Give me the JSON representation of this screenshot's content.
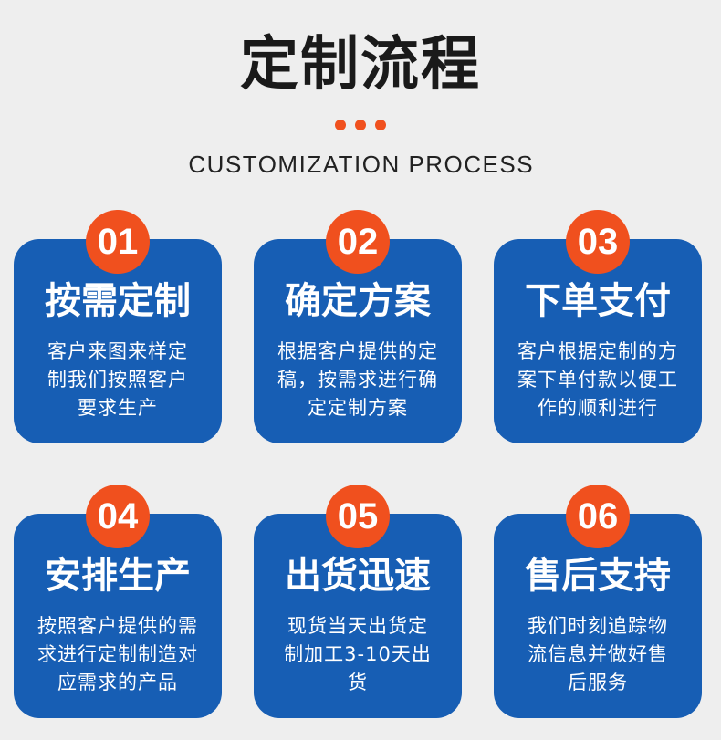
{
  "header": {
    "title": "定制流程",
    "subtitle": "CUSTOMIZATION PROCESS"
  },
  "colors": {
    "background": "#eeeeee",
    "card": "#175eb4",
    "accent": "#f0501e",
    "ink": "#1a1a1a"
  },
  "steps": [
    {
      "number": "01",
      "title": "按需定制",
      "desc_lines": [
        "客户来图来样定",
        "制我们按照客户",
        "要求生产"
      ]
    },
    {
      "number": "02",
      "title": "确定方案",
      "desc_lines": [
        "根据客户提供的定",
        "稿，按需求进行确",
        "定定制方案"
      ]
    },
    {
      "number": "03",
      "title": "下单支付",
      "desc_lines": [
        "客户根据定制的方",
        "案下单付款以便工",
        "作的顺利进行"
      ]
    },
    {
      "number": "04",
      "title": "安排生产",
      "desc_lines": [
        "按照客户提供的需",
        "求进行定制制造对",
        "应需求的产品"
      ]
    },
    {
      "number": "05",
      "title": "出货迅速",
      "desc_lines": [
        "现货当天出货定",
        "制加工3-10天出",
        "货"
      ]
    },
    {
      "number": "06",
      "title": "售后支持",
      "desc_lines": [
        "我们时刻追踪物",
        "流信息并做好售",
        "后服务"
      ]
    }
  ]
}
